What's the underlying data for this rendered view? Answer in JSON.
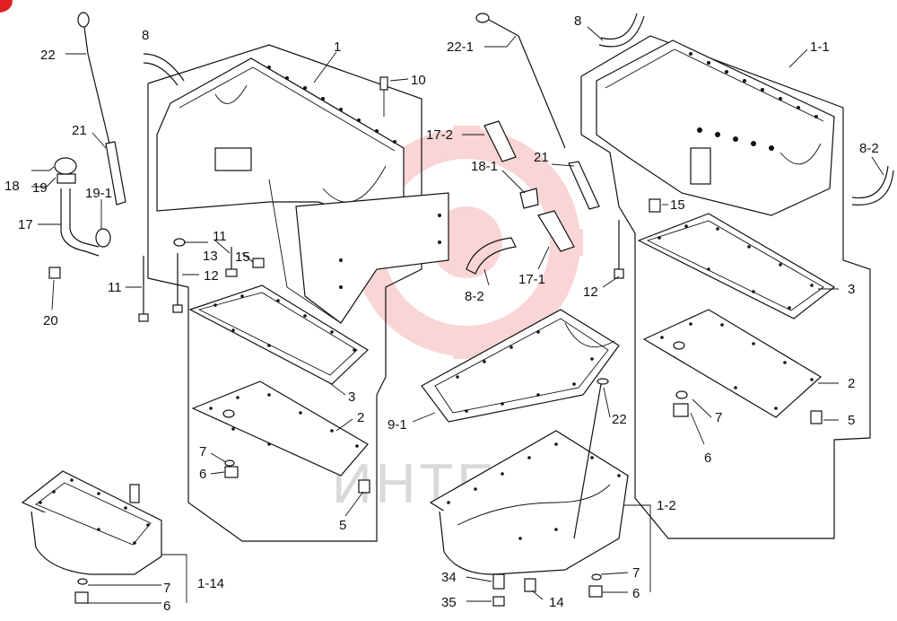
{
  "watermark": {
    "text": "ИНТЕХ",
    "accent_color": "#e02020",
    "gear_color": "#f28a8a"
  },
  "callouts": {
    "c22_left": "22",
    "c8_top_left": "8",
    "c1": "1",
    "c10": "10",
    "c21_left": "21",
    "c18": "18",
    "c19": "19",
    "c19_1": "19-1",
    "c17": "17",
    "c20": "20",
    "c11_a": "11",
    "c11_b": "11",
    "c13": "13",
    "c15_left": "15",
    "c12_left": "12",
    "c3_left": "3",
    "c2_left": "2",
    "c7_left": "7",
    "c6_left": "6",
    "c5_left": "5",
    "c1_14": "1-14",
    "c7_bottom_left": "7",
    "c6_bottom_left": "6",
    "c22_1": "22-1",
    "c17_2": "17-2",
    "c18_1": "18-1",
    "c21_mid": "21",
    "c17_1": "17-1",
    "c8_2_mid": "8-2",
    "c9_1": "9-1",
    "c22_mid": "22",
    "c34": "34",
    "c35": "35",
    "c14": "14",
    "c1_2": "1-2",
    "c7_mid": "7",
    "c6_mid": "6",
    "c8_top_right": "8",
    "c1_1": "1-1",
    "c8_2_right": "8-2",
    "c15_right": "15",
    "c12_right": "12",
    "c3_right": "3",
    "c2_right": "2",
    "c7_right": "7",
    "c6_right": "6",
    "c5_right": "5"
  }
}
